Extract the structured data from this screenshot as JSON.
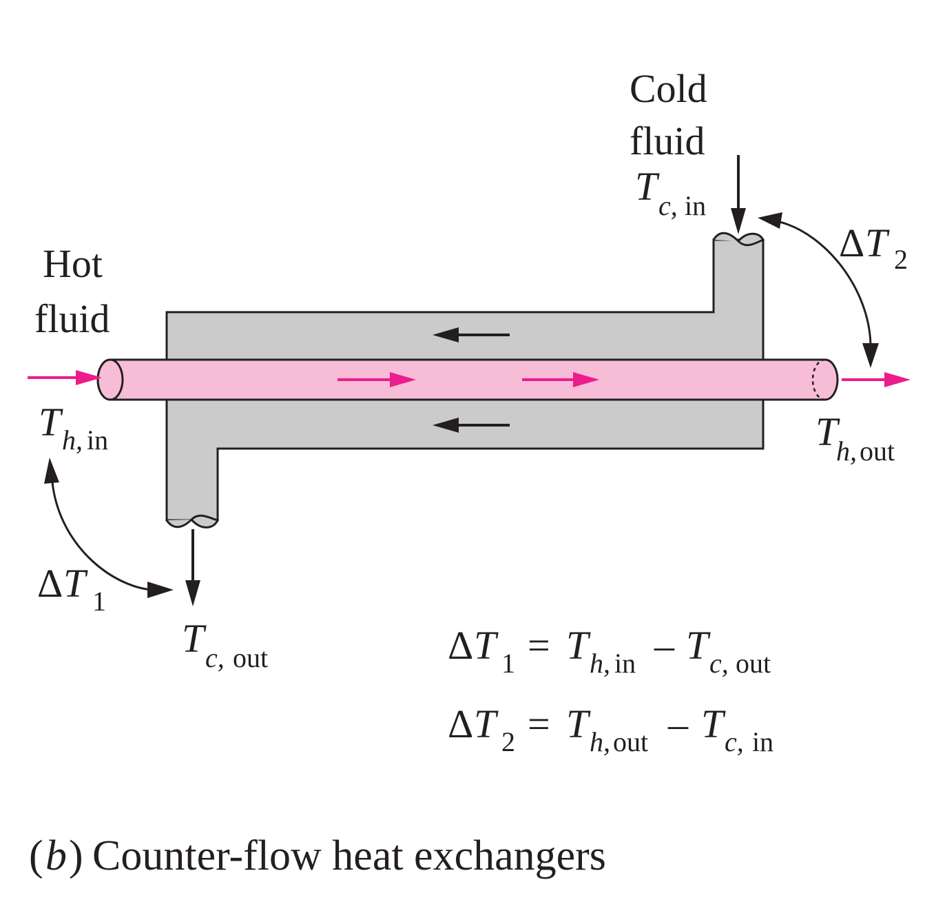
{
  "colors": {
    "shell": "#cbcbcb",
    "hot_tube": "#f7bcd6",
    "hot_arrow": "#ec1c8c",
    "ink": "#231f20"
  },
  "labels": {
    "cold_fluid_line1": "Cold",
    "cold_fluid_line2": "fluid",
    "hot_fluid_line1": "Hot",
    "hot_fluid_line2": "fluid",
    "delta": "Δ",
    "T": "T",
    "sub_1": "1",
    "sub_2": "2",
    "sub_h_in_h": "h,",
    "sub_h_in_in": "in",
    "sub_h_out_h": "h,",
    "sub_h_out_out": "out",
    "sub_c_in_c": "c,",
    "sub_c_in_in": "in",
    "sub_c_out_c": "c,",
    "sub_c_out_out": "out",
    "equals": "=",
    "minus": "–",
    "caption_b": "b",
    "caption_open": "(",
    "caption_close": ")",
    "caption_text": "Counter-flow heat exchangers"
  }
}
